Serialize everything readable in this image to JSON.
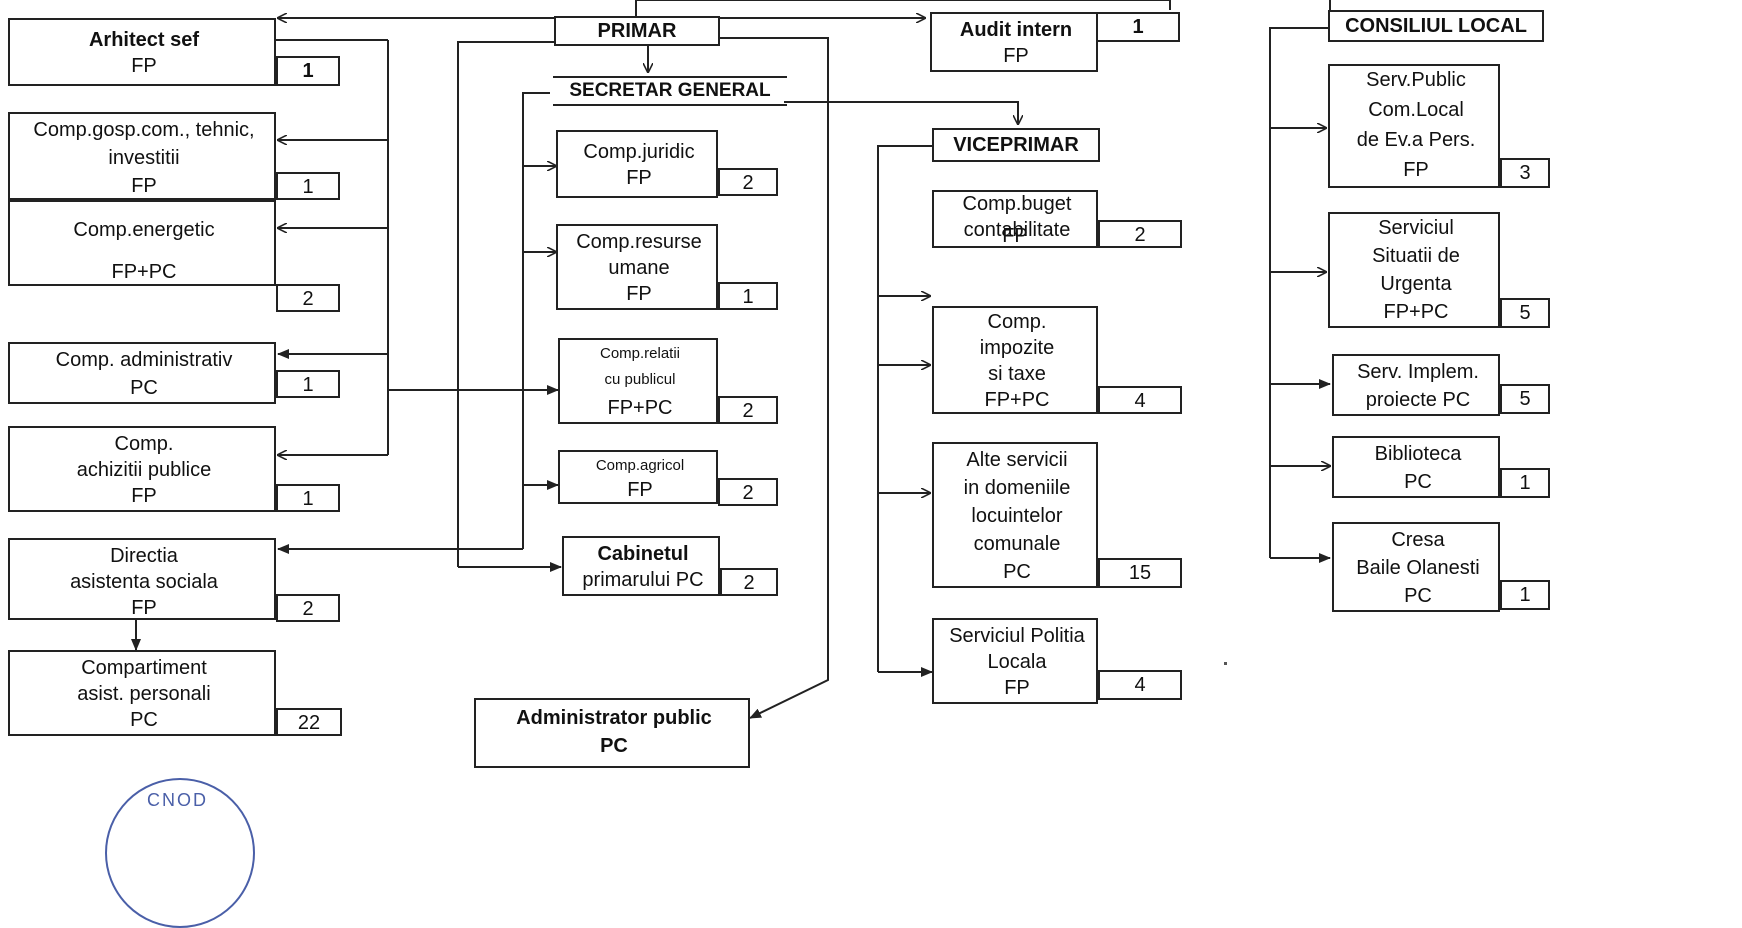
{
  "header": {
    "primar": "PRIMAR",
    "secretar": "SECRETAR GENERAL",
    "viceprimar": "VICEPRIMAR",
    "consiliu": "CONSILIUL LOCAL"
  },
  "units": {
    "arhitect": {
      "lines": [
        "Arhitect sef",
        "FP"
      ],
      "count": "1"
    },
    "gospcom": {
      "lines": [
        "Comp.gosp.com., tehnic,",
        "investitii",
        "FP"
      ],
      "count": "1"
    },
    "energetic": {
      "lines": [
        "Comp.energetic",
        "FP+PC"
      ],
      "count": "2"
    },
    "administrativ": {
      "lines": [
        "Comp. administrativ",
        "PC"
      ],
      "count": "1"
    },
    "achizitii": {
      "lines": [
        "Comp.",
        "achizitii publice",
        "FP"
      ],
      "count": "1"
    },
    "asistenta": {
      "lines": [
        "Directia",
        "asistenta sociala",
        "FP"
      ],
      "count": "2"
    },
    "asistpers": {
      "lines": [
        "Compartiment",
        "asist. personali",
        "PC"
      ],
      "count": "22"
    },
    "juridic": {
      "lines": [
        "Comp.juridic",
        "FP"
      ],
      "count": "2"
    },
    "resurse": {
      "lines": [
        "Comp.resurse",
        "umane",
        "FP"
      ],
      "count": "1"
    },
    "relatii": {
      "lines": [
        "Comp.relatii",
        "cu publicul",
        "FP+PC"
      ],
      "count": "2"
    },
    "agricol": {
      "lines": [
        "Comp.agricol",
        "FP"
      ],
      "count": "2"
    },
    "cabinet": {
      "lines": [
        "Cabinetul",
        "primarului PC"
      ],
      "count": "2"
    },
    "adminpublic": {
      "lines": [
        "Administrator public",
        "PC"
      ]
    },
    "audit": {
      "lines": [
        "Audit intern",
        "FP"
      ],
      "count": "1"
    },
    "buget": {
      "lines": [
        "Comp.buget",
        "contabilitate",
        "FP"
      ],
      "count": "2"
    },
    "impozite": {
      "lines": [
        "Comp.",
        "impozite",
        "si taxe",
        "FP+PC"
      ],
      "count": "4"
    },
    "alteserv": {
      "lines": [
        "Alte servicii",
        "in domeniile",
        "locuintelor",
        "comunale",
        "PC"
      ],
      "count": "15"
    },
    "politia": {
      "lines": [
        "Serviciul Politia",
        "Locala",
        "FP"
      ],
      "count": "4"
    },
    "evidenta": {
      "lines": [
        "Serv.Public",
        "Com.Local",
        "de Ev.a Pers.",
        "FP"
      ],
      "count": "3"
    },
    "urgenta": {
      "lines": [
        "Serviciul",
        "Situatii de",
        "Urgenta",
        "FP+PC"
      ],
      "count": "5"
    },
    "implem": {
      "lines": [
        "Serv. Implem.",
        "proiecte PC"
      ],
      "count": "5"
    },
    "biblioteca": {
      "lines": [
        "Biblioteca",
        "PC"
      ],
      "count": "1"
    },
    "cresa": {
      "lines": [
        "Cresa",
        "Baile Olanesti",
        "PC"
      ],
      "count": "1"
    }
  },
  "stamp": "CNOD",
  "colors": {
    "line": "#222222",
    "stamp": "#4a5fa8"
  }
}
